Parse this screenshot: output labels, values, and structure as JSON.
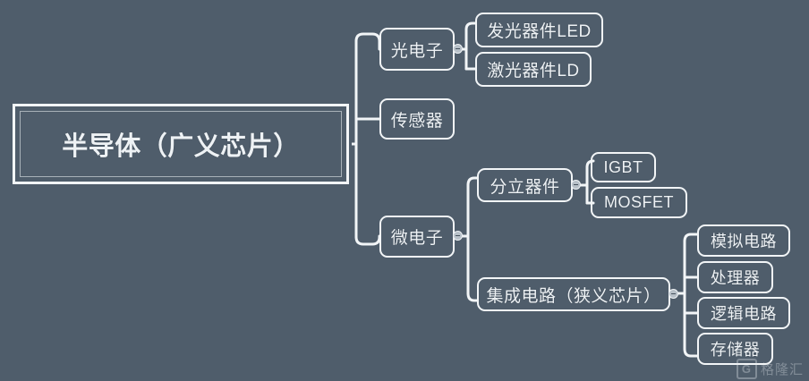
{
  "diagram": {
    "type": "mindmap",
    "background_color": "#4f5d6b",
    "node_border_color": "#f2f5f7",
    "text_color": "#eef2f5",
    "root": {
      "label": "半导体（广义芯片）"
    },
    "level1": [
      {
        "id": "optoelectronics",
        "label": "光电子"
      },
      {
        "id": "sensor",
        "label": "传感器"
      },
      {
        "id": "microelectronics",
        "label": "微电子"
      }
    ],
    "level2": [
      {
        "id": "led",
        "label": "发光器件LED",
        "parent": "optoelectronics"
      },
      {
        "id": "ld",
        "label": "激光器件LD",
        "parent": "optoelectronics"
      },
      {
        "id": "discrete",
        "label": "分立器件",
        "parent": "microelectronics"
      },
      {
        "id": "ic",
        "label": "集成电路（狭义芯片）",
        "parent": "microelectronics"
      }
    ],
    "level3": [
      {
        "id": "igbt",
        "label": "IGBT",
        "parent": "discrete"
      },
      {
        "id": "mosfet",
        "label": "MOSFET",
        "parent": "discrete"
      },
      {
        "id": "analog",
        "label": "模拟电路",
        "parent": "ic"
      },
      {
        "id": "processor",
        "label": "处理器",
        "parent": "ic"
      },
      {
        "id": "logic",
        "label": "逻辑电路",
        "parent": "ic"
      },
      {
        "id": "memory",
        "label": "存储器",
        "parent": "ic"
      }
    ],
    "collapse_handles": [
      {
        "for": "optoelectronics"
      },
      {
        "for": "microelectronics"
      },
      {
        "for": "discrete"
      },
      {
        "for": "ic"
      }
    ]
  },
  "watermark": {
    "mark": "G",
    "text": "格隆汇"
  }
}
